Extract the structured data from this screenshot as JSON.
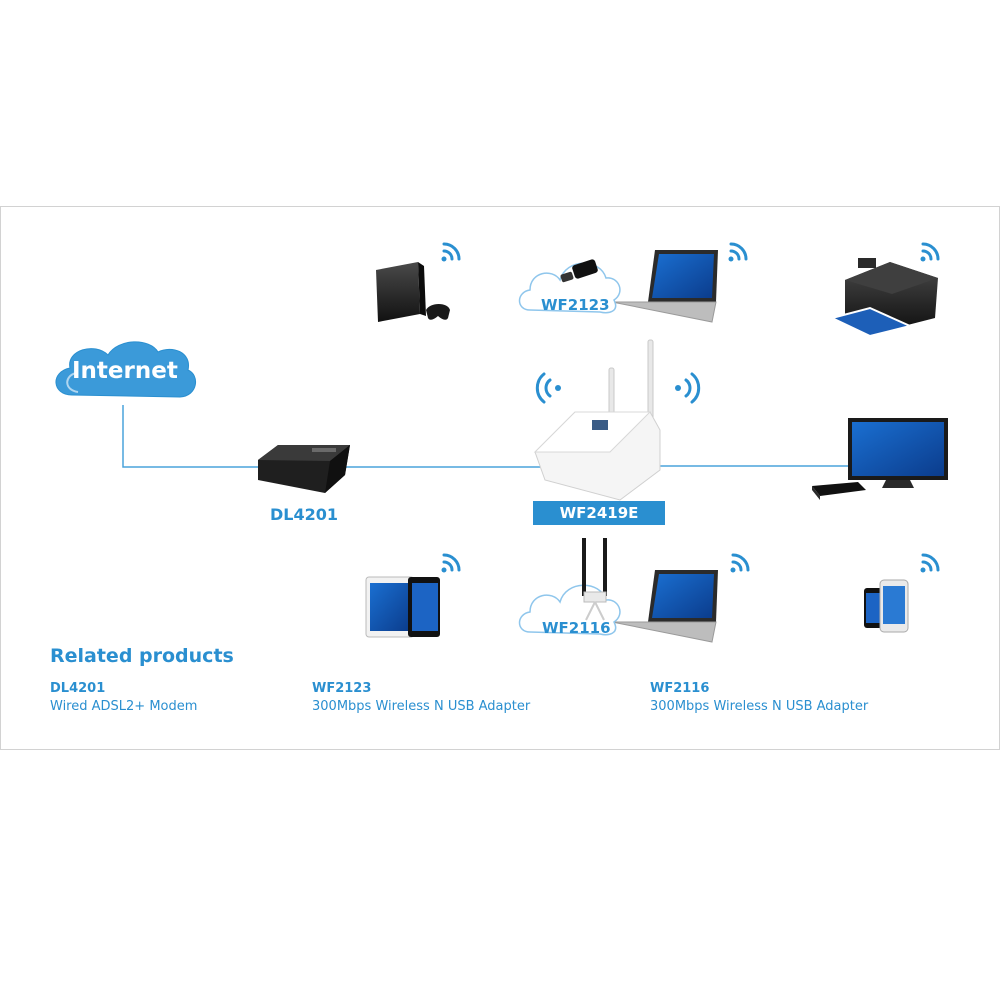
{
  "labels": {
    "internet": "Internet",
    "modem": "DL4201",
    "router": "WF2419E",
    "adapter_top": "WF2123",
    "adapter_bottom": "WF2116"
  },
  "related": {
    "title": "Related products",
    "items": [
      {
        "name": "DL4201",
        "desc": "Wired ADSL2+ Modem"
      },
      {
        "name": "WF2123",
        "desc": "300Mbps Wireless N USB Adapter"
      },
      {
        "name": "WF2116",
        "desc": "300Mbps Wireless N USB Adapter"
      }
    ]
  },
  "colors": {
    "accent": "#2a8fd0",
    "line": "#4aa3dc",
    "cloud_fill": "#3b9ad9",
    "light_cloud": "#8fc6ec"
  }
}
